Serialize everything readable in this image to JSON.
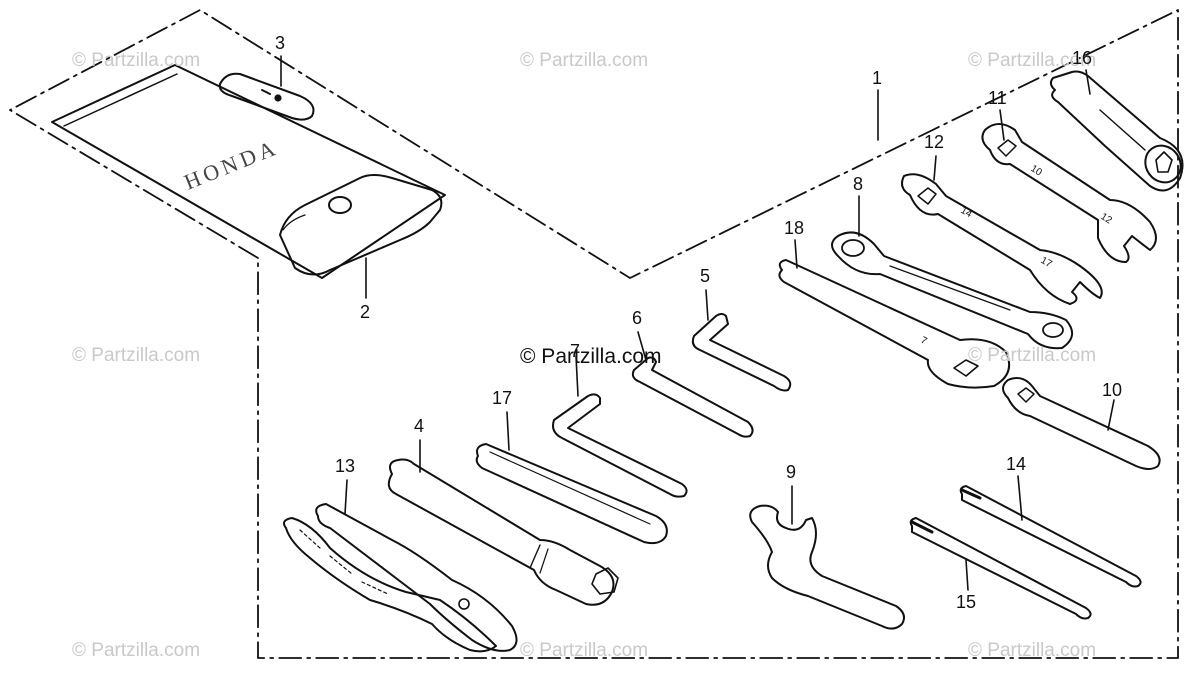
{
  "watermark_text": "© Partzilla.com",
  "center_watermark_text": "© Partzilla.com",
  "callouts": {
    "c1": "1",
    "c2": "2",
    "c3": "3",
    "c4": "4",
    "c5": "5",
    "c6": "6",
    "c7": "7",
    "c8": "8",
    "c9": "9",
    "c10": "10",
    "c11": "11",
    "c12": "12",
    "c13": "13",
    "c14": "14",
    "c15": "15",
    "c16": "16",
    "c17": "17",
    "c18": "18"
  },
  "colors": {
    "ink": "#111111",
    "watermark": "#c9c9c9",
    "background": "#ffffff"
  }
}
